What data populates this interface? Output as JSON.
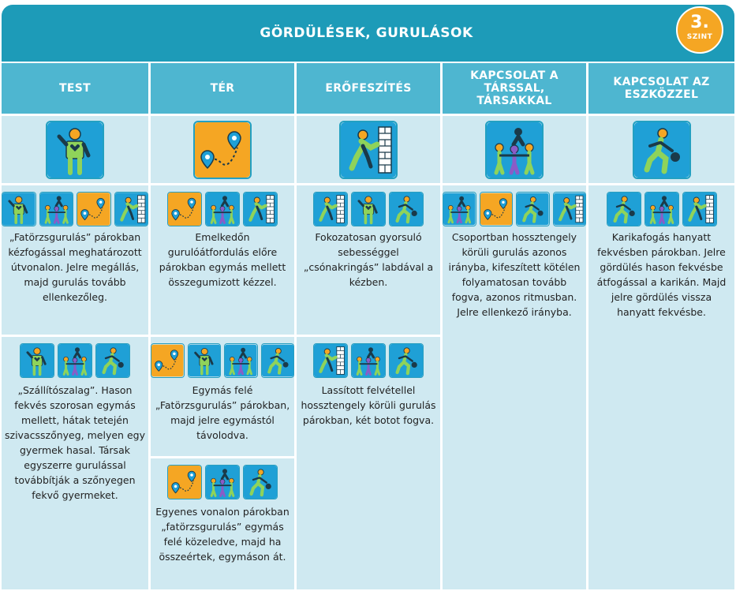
{
  "header": {
    "title": "GÖRDÜLÉSEK, GURULÁSOK",
    "level_number": "3.",
    "level_label": "SZINT"
  },
  "columns": [
    {
      "title": "TEST"
    },
    {
      "title": "TÉR"
    },
    {
      "title": "ERŐFESZÍTÉS"
    },
    {
      "title": "KAPCSOLAT A TÁRSSAL, TÁRSAKKAL"
    },
    {
      "title": "KAPCSOLAT AZ ESZKÖZZEL"
    }
  ],
  "icons": {
    "test": "person-body-icon",
    "space": "location-path-icon",
    "effort": "push-wall-icon",
    "partners": "group-people-icon",
    "tools": "person-ball-icon"
  },
  "colors": {
    "header": "#1d9bb8",
    "column_header": "#4eb6d0",
    "cell": "#cfe9f1",
    "badge": "#f5a623",
    "icon_blue": "#1fa0d6",
    "icon_orange": "#f5a623"
  },
  "cells": {
    "c1r1": "„Fatörzsgurulás” párokban kézfogással meghatározott útvonalon. Jelre megállás, majd gurulás tovább ellenkezőleg.",
    "c1r2": "„Szállítószalag”. Hason fekvés szorosan egymás mellett, hátak tetején szivacsszőnyeg, melyen egy gyermek hasal. Társak egyszerre gurulással továbbítják a szőnyegen fekvő gyermeket.",
    "c2r1": "Emelkedőn gurulóátfordulás előre párokban egymás mellett összegumizott kézzel.",
    "c2r2": "Egymás felé „Fatörzsgurulás” párokban, majd jelre egymástól távolodva.",
    "c2r3": "Egyenes vonalon párokban „fatörzsgurulás” egymás felé közeledve, majd ha összeértek, egymáson át.",
    "c3r1": "Fokozatosan gyorsuló sebességgel „csónakringás” labdával a kézben.",
    "c3r2": "Lassított felvétellel hossztengely körüli gurulás párokban, két botot fogva.",
    "c4r1": "Csoportban hossztengely körüli gurulás azonos irányba, kifeszített kötélen folyamatosan tovább fogva, azonos ritmusban. Jelre ellenkező irányba.",
    "c5r1": "Karikafogás hanyatt fekvésben párokban. Jelre gördülés hason fekvésbe átfogással a karikán. Majd jelre gördülés vissza hanyatt fekvésbe."
  }
}
